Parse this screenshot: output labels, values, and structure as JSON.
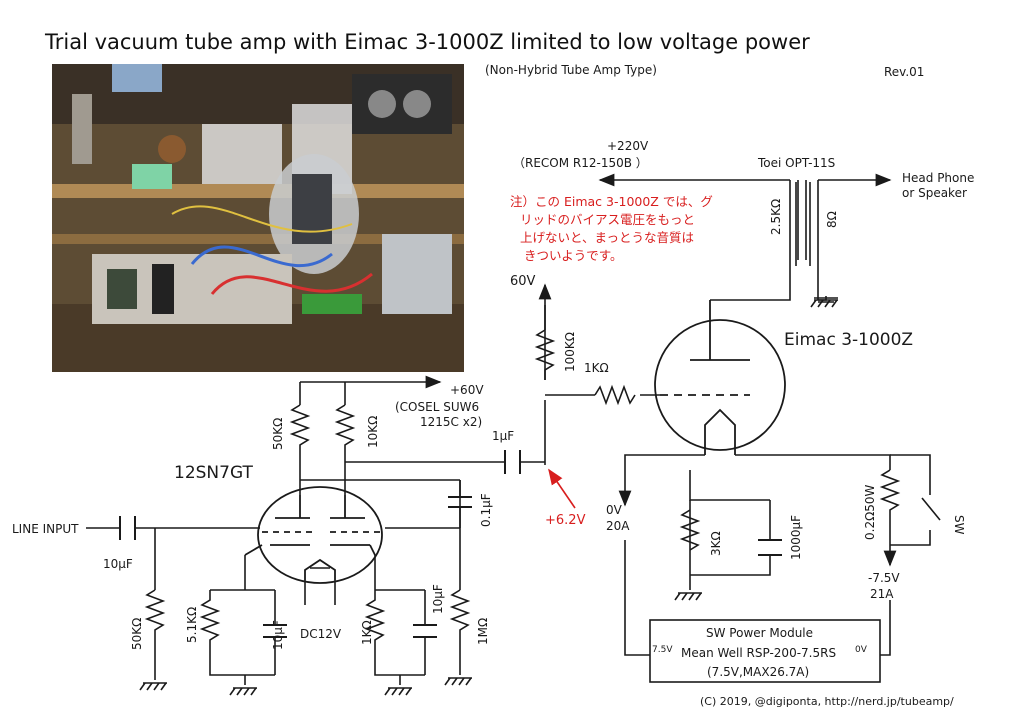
{
  "title": "Trial vacuum tube amp with Eimac 3-1000Z limited to low voltage power",
  "subtitle": "(Non-Hybrid Tube Amp Type)",
  "revision": "Rev.01",
  "copyright": "(C) 2019, @digiponta, http://nerd.jp/tubeamp/",
  "photo": {
    "description_icon": "amplifier-prototype-photo"
  },
  "note": {
    "lines": [
      "注）この Eimac 3-1000Z では、グ",
      "リッドのバイアス電圧をもっと",
      "上げないと、まっとうな音質は",
      "きついようです。"
    ],
    "color": "#d81e1e"
  },
  "labels": {
    "supply_220v": "+220V",
    "recom": "（RECOM R12-150B ）",
    "transformer": "Toei OPT-11S",
    "headphone": "Head Phone",
    "speaker": "or Speaker",
    "primary": "2.5KΩ",
    "secondary": "8Ω",
    "v60": "60V",
    "r100k": "100KΩ",
    "r1k": "1KΩ",
    "eimac": "Eimac 3-1000Z",
    "plus60v": "+60V",
    "cosel": "(COSEL SUW6",
    "cosel2": "1215C x2)",
    "r50k_top": "50KΩ",
    "r10k": "10KΩ",
    "c1u": "1μF",
    "tube12": "12SN7GT",
    "c01u": "0.1μF",
    "v62": "+6.2V",
    "line_input": "LINE INPUT",
    "c10u_in": "10μF",
    "r50k_bot": "50KΩ",
    "r51k": "5.1KΩ",
    "c10u_a": "10μF",
    "dc12v": "DC12V",
    "r1k_cath": "1KΩ",
    "c10u_b": "10μF",
    "r1m": "1MΩ",
    "v0": "0V",
    "a20": "20A",
    "r3k": "3KΩ",
    "c1000u": "1000μF",
    "r02": "0.2Ω50W",
    "sw": "SW",
    "vm75": "-7.5V",
    "a21": "21A",
    "psu1": "SW Power Module",
    "psu2": "Mean Well RSP-200-7.5RS",
    "psu3": "(7.5V,MAX26.7A)",
    "psu_left": "7.5V",
    "psu_right": "0V"
  },
  "colors": {
    "line": "#1a1a1a",
    "accent": "#d81e1e"
  }
}
